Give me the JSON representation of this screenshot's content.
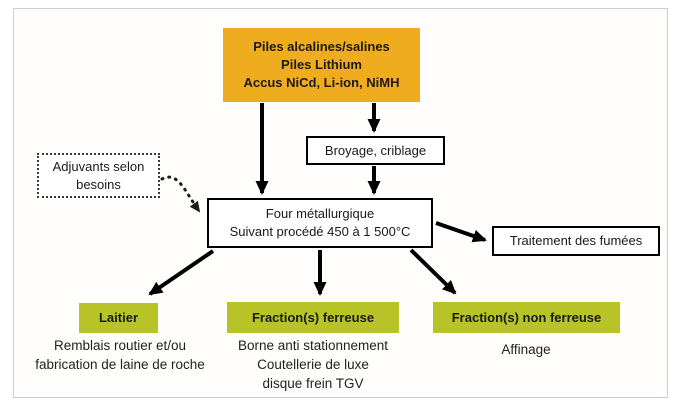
{
  "diagram": {
    "colors": {
      "battery_box_bg": "#efac1e",
      "output_box_bg": "#b8c327",
      "frame_border": "#ccccdd",
      "text": "#1a1a1a",
      "arrow": "#000000"
    },
    "nodes": {
      "batteries": {
        "lines": [
          "Piles alcalines/salines",
          "Piles Lithium",
          "Accus NiCd, Li-ion, NiMH"
        ]
      },
      "broyage": {
        "label": "Broyage, criblage"
      },
      "adjuvants": {
        "lines": [
          "Adjuvants selon",
          "besoins"
        ]
      },
      "four": {
        "lines": [
          "Four métallurgique",
          "Suivant procédé 450 à 1 500°C"
        ]
      },
      "fumees": {
        "label": "Traitement des fumées"
      },
      "laitier": {
        "label": "Laitier",
        "note_lines": [
          "Remblais routier et/ou",
          "fabrication de laine de roche"
        ]
      },
      "fraction_ferreuse": {
        "label": "Fraction(s) ferreuse",
        "note_lines": [
          "Borne anti stationnement",
          "Coutellerie de luxe",
          "disque frein TGV"
        ]
      },
      "fraction_non_ferreuse": {
        "label": "Fraction(s) non ferreuse",
        "note_lines": [
          "Affinage"
        ]
      }
    },
    "arrows": [
      "batteries-to-four",
      "batteries-to-broyage",
      "broyage-to-four",
      "four-to-fumees",
      "four-to-laitier",
      "four-to-fraction-ferreuse",
      "four-to-fraction-non-ferreuse",
      "adjuvants-to-four-dotted"
    ]
  }
}
